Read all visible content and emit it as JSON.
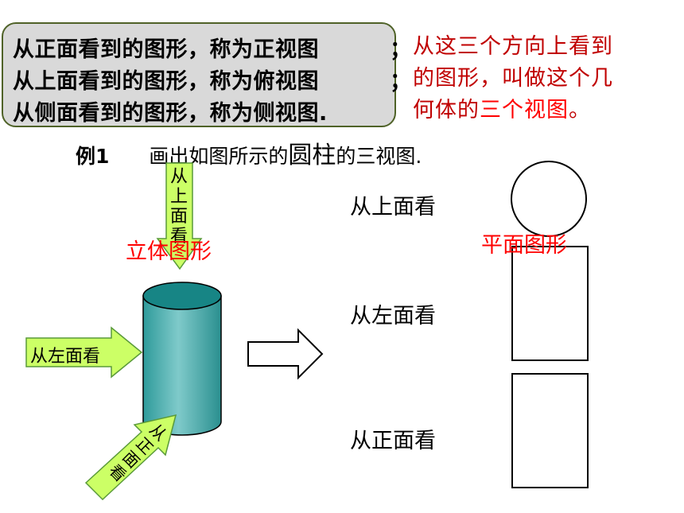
{
  "definitions": {
    "front": "从正面看到的图形，称为正视图",
    "top": "从上面看到的图形，称为俯视图",
    "side": "从侧面看到的图形，称为侧视图.",
    "semicolon": "；"
  },
  "note": {
    "line1": "从这三个方向上看到",
    "line2": "的图形，叫做这个几",
    "line3_prefix": "何体的",
    "line3_em": "三个视图",
    "line3_suffix": "。"
  },
  "example": {
    "label": "例1",
    "text_before": "画出如图所示的",
    "text_big": "圆柱",
    "text_after": "的三视图."
  },
  "solid_label": "立体图形",
  "plane_label": "平面图形",
  "arrows": {
    "top": [
      "从",
      "上",
      "面",
      "看"
    ],
    "left": "从左面看",
    "front": [
      "从",
      "正",
      "面",
      "看"
    ]
  },
  "views": {
    "top": "从上面看",
    "left": "从左面看",
    "front": "从正面看"
  },
  "colors": {
    "cylinder_top": "#1a8a8a",
    "cylinder_body": "#59b3b3",
    "arrow_fill": "#ccff66",
    "emphasis": "#ff0000",
    "note": "#c00000"
  }
}
